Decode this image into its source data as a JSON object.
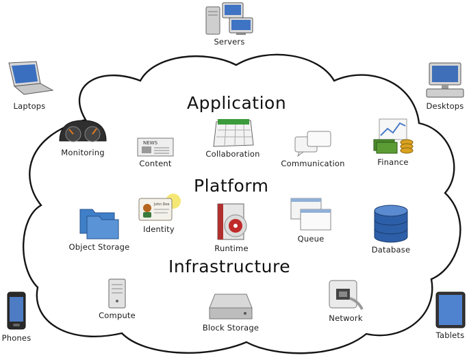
{
  "tiers": {
    "application": "Application",
    "platform": "Platform",
    "infrastructure": "Infrastructure"
  },
  "clients": {
    "servers": "Servers",
    "laptops": "Laptops",
    "desktops": "Desktops",
    "phones": "Phones",
    "tablets": "Tablets"
  },
  "application_services": {
    "monitoring": "Monitoring",
    "content": "Content",
    "collaboration": "Collaboration",
    "communication": "Communication",
    "finance": "Finance"
  },
  "platform_services": {
    "object_storage": "Object Storage",
    "identity": "Identity",
    "identity_card_name": "John Doe",
    "runtime": "Runtime",
    "queue": "Queue",
    "database": "Database"
  },
  "infrastructure_services": {
    "compute": "Compute",
    "block_storage": "Block Storage",
    "network": "Network"
  },
  "icon_text": {
    "news": "NEWS"
  },
  "colors": {
    "cloud_stroke": "#141414",
    "folder_blue": "#3f7fc8",
    "database_blue": "#2d5fa8",
    "money_green": "#4b8a2c",
    "coin_gold": "#d9a21f",
    "identity_highlight": "#f2e35b"
  }
}
